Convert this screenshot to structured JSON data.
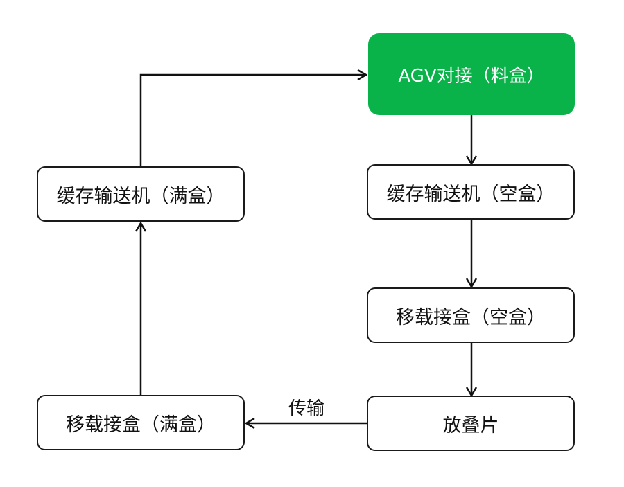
{
  "colors": {
    "start_fill": "#0ab34a",
    "start_text": "#ffffff",
    "node_border": "#1a1a1a",
    "arrow": "#111111"
  },
  "nodes": {
    "agv": "AGV对接（料盒）",
    "buffer_empty": "缓存输送机（空盒）",
    "transfer_empty": "移载接盒（空盒）",
    "stacking": "放叠片",
    "transfer_full": "移载接盒（满盒）",
    "buffer_full": "缓存输送机（满盒）"
  },
  "edges": {
    "transport_label": "传输"
  }
}
